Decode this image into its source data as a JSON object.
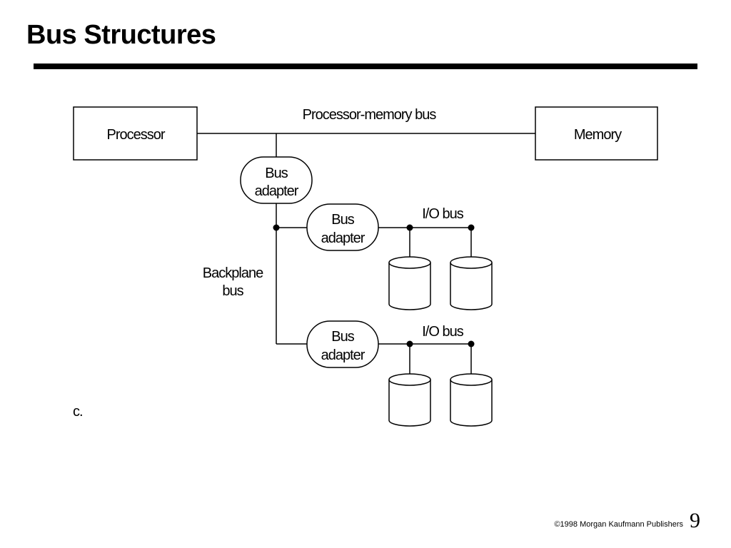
{
  "slide": {
    "title": "Bus Structures",
    "footer": "©1998 Morgan Kaufmann Publishers",
    "page_number": "9"
  },
  "diagram": {
    "processor_label": "Processor",
    "memory_label": "Memory",
    "processor_memory_bus_label": "Processor-memory bus",
    "bus_adapter_line1": "Bus",
    "bus_adapter_line2": "adapter",
    "backplane_line1": "Backplane",
    "backplane_line2": "bus",
    "io_bus_label": "I/O bus",
    "caption": "c."
  }
}
